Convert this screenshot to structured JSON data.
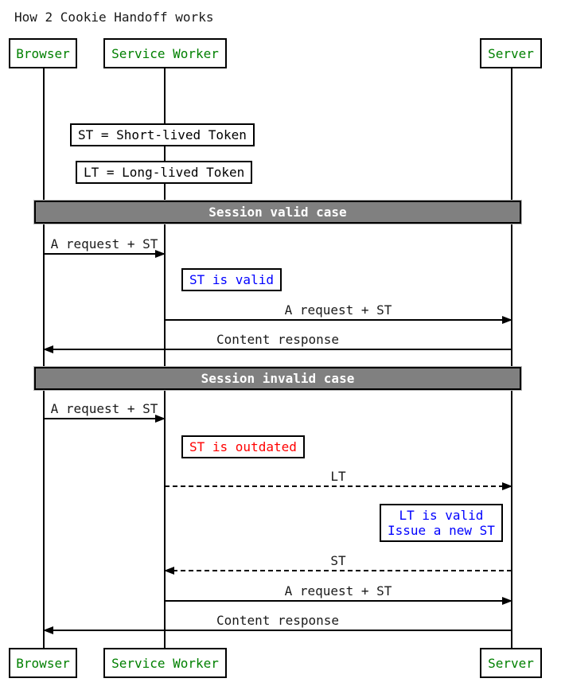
{
  "title": "How 2 Cookie Handoff works",
  "participants": {
    "browser": "Browser",
    "service_worker": "Service Worker",
    "server": "Server"
  },
  "legend": {
    "st": "ST = Short-lived Token",
    "lt": "LT = Long-lived Token"
  },
  "dividers": {
    "valid": "Session valid case",
    "invalid": "Session invalid case"
  },
  "messages": {
    "m0": "A request + ST",
    "m1": "A request + ST",
    "m2": "Content response",
    "m3": "A request + ST",
    "m4": "LT",
    "m5": "ST",
    "m6": "A request + ST",
    "m7": "Content response"
  },
  "notes": {
    "st_valid": "ST is valid",
    "st_outdated": "ST is outdated",
    "lt_valid_line1": "LT is valid",
    "lt_valid_line2": "Issue a new ST"
  },
  "colors": {
    "participant_text": "#008000",
    "note_info_text": "#0000ff",
    "note_error_text": "#ff0000",
    "divider_bg": "#808080",
    "divider_text": "#ffffff",
    "line": "#000000"
  }
}
